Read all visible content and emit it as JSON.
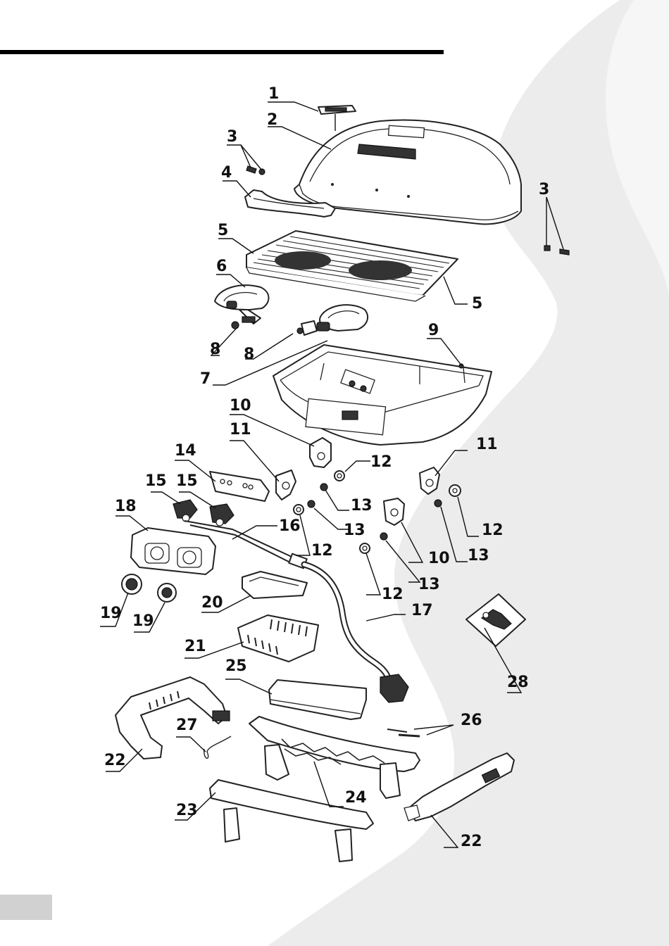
{
  "labels": {
    "p1": "1",
    "p2": "2",
    "p3a": "3",
    "p3b": "3",
    "p4": "4",
    "p5a": "5",
    "p5b": "5",
    "p6": "6",
    "p7": "7",
    "p8a": "8",
    "p8b": "8",
    "p9": "9",
    "p10a": "10",
    "p10b": "10",
    "p11a": "11",
    "p11b": "11",
    "p12a": "12",
    "p12b": "12",
    "p12c": "12",
    "p12d": "12",
    "p13a": "13",
    "p13b": "13",
    "p13c": "13",
    "p13d": "13",
    "p14": "14",
    "p15a": "15",
    "p15b": "15",
    "p16": "16",
    "p17": "17",
    "p18": "18",
    "p19a": "19",
    "p19b": "19",
    "p20": "20",
    "p21": "21",
    "p22a": "22",
    "p22b": "22",
    "p23": "23",
    "p24": "24",
    "p25": "25",
    "p26": "26",
    "p27": "27",
    "p28": "28"
  },
  "colors": {
    "background_swoosh": "#ececec",
    "ink": "#111111",
    "rule": "#000000",
    "page_tab": "#d1d1d1"
  }
}
